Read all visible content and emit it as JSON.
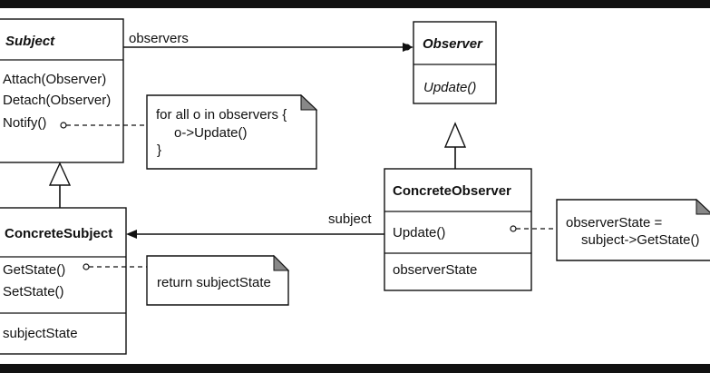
{
  "classes": {
    "subject": {
      "name": "Subject",
      "operations": [
        "Attach(Observer)",
        "Detach(Observer)",
        "Notify()"
      ]
    },
    "observer": {
      "name": "Observer",
      "operations": [
        "Update()"
      ]
    },
    "concrete_subject": {
      "name": "ConcreteSubject",
      "operations": [
        "GetState()",
        "SetState()"
      ],
      "attributes": [
        "subjectState"
      ]
    },
    "concrete_observer": {
      "name": "ConcreteObserver",
      "operations": [
        "Update()"
      ],
      "attributes": [
        "observerState"
      ]
    }
  },
  "associations": {
    "observers_label": "observers",
    "subject_label": "subject"
  },
  "notes": {
    "notify_note": [
      "for all o in observers {",
      "o->Update()",
      "}"
    ],
    "getstate_note": [
      "return subjectState"
    ],
    "update_note": [
      "observerState =",
      "subject->GetState()"
    ]
  },
  "colors": {
    "line": "#111111",
    "background": "#ffffff",
    "note_fold": "#888888"
  }
}
